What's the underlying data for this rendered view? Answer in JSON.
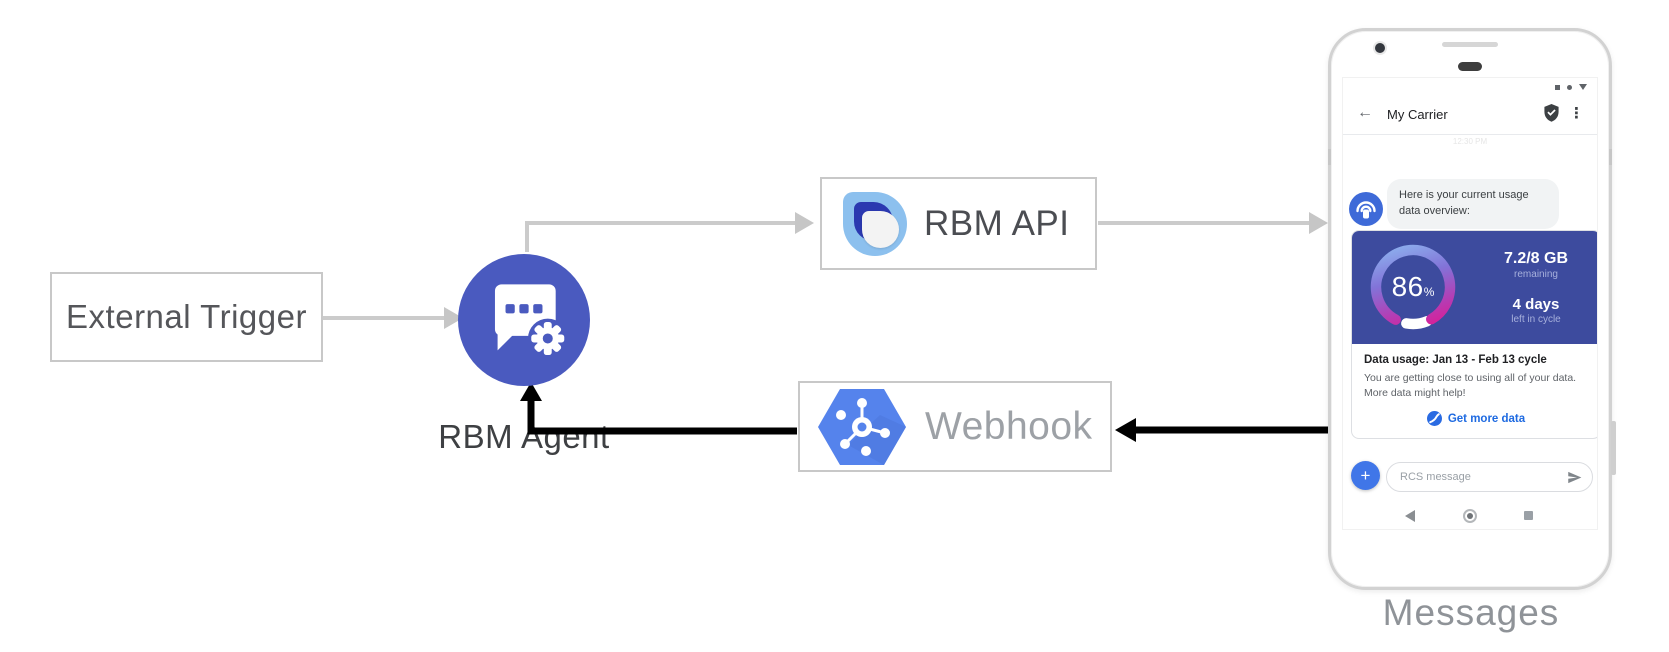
{
  "diagram": {
    "external_trigger_label": "External Trigger",
    "rbm_agent_label": "RBM Agent",
    "rbm_api_label": "RBM API",
    "webhook_label": "Webhook",
    "phone_caption": "Messages",
    "colors": {
      "agent_circle": "#4A5ABF",
      "webhook_hexagon": "#5583EC",
      "rbm_logo_light": "#8CC0EE",
      "rbm_logo_dark": "#2B38B0",
      "gray_arrow": "#CBCBCB",
      "black_arrow": "#000000",
      "box_border": "#C8C8C8"
    }
  },
  "phone": {
    "header": {
      "back_icon": "←",
      "title": "My Carrier",
      "menu_icon": "⋮"
    },
    "timestamp": "12:30 PM",
    "message_bubble": {
      "line1": "Here is your current usage",
      "line2": "data overview:"
    },
    "usage_card": {
      "percent_value": "86",
      "percent_unit": "%",
      "remaining_value": "7.2/8 GB",
      "remaining_label": "remaining",
      "cycle_value": "4 days",
      "cycle_label": "left in cycle",
      "title": "Data usage: Jan 13 - Feb 13 cycle",
      "body_line1": "You are getting close to using all of your data.",
      "body_line2": "More data might help!",
      "action_label": "Get more data",
      "gauge_colors": [
        "#8FBCF2",
        "#8273D8",
        "#B33EB5",
        "#E8118C"
      ],
      "card_background": "#3D4B9E"
    },
    "composer": {
      "add_button_label": "+",
      "placeholder": "RCS message"
    }
  }
}
